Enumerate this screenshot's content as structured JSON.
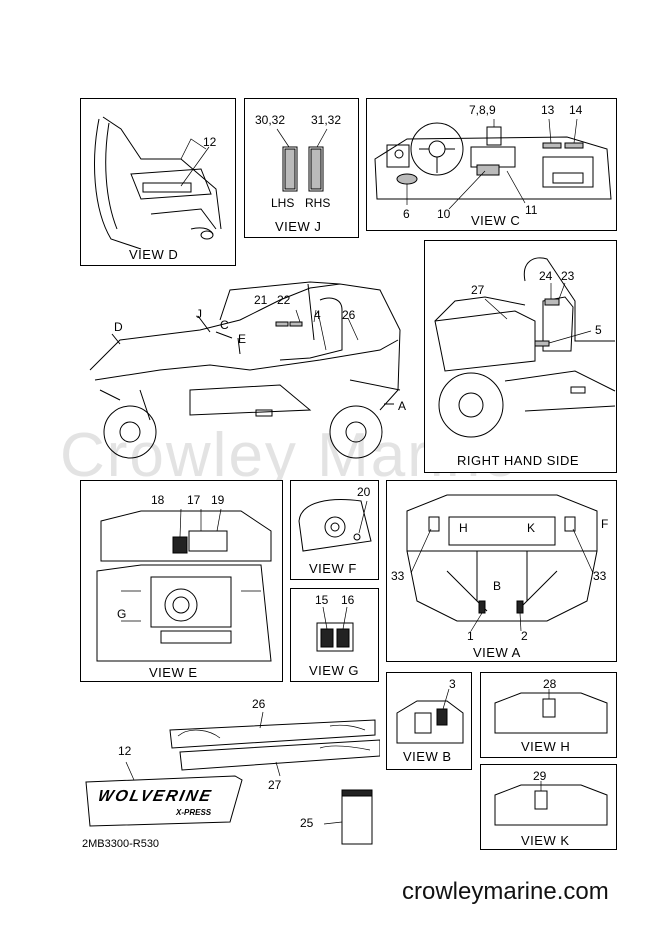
{
  "watermark": "Crowley Marine",
  "footer": {
    "site": "crowleymarine.com",
    "code": "2MB3300-R530"
  },
  "views": {
    "d": {
      "caption": "VIEW D",
      "callouts": [
        "12"
      ]
    },
    "j": {
      "caption": "VIEW J",
      "callouts": [
        "30,32",
        "31,32"
      ],
      "sides": [
        "LHS",
        "RHS"
      ]
    },
    "c": {
      "caption": "VIEW C",
      "callouts": [
        "7,8,9",
        "13",
        "14",
        "6",
        "10",
        "11"
      ]
    },
    "main": {
      "callouts": [
        "21",
        "22",
        "4",
        "26",
        "D",
        "J",
        "C",
        "E",
        "A"
      ]
    },
    "rhs": {
      "caption": "RIGHT HAND SIDE",
      "callouts": [
        "27",
        "24",
        "23",
        "5"
      ]
    },
    "e": {
      "caption": "VIEW E",
      "callouts": [
        "18",
        "17",
        "19",
        "G"
      ]
    },
    "f": {
      "caption": "VIEW F",
      "callouts": [
        "20"
      ]
    },
    "g": {
      "caption": "VIEW G",
      "callouts": [
        "15",
        "16"
      ]
    },
    "a": {
      "caption": "VIEW A",
      "callouts": [
        "H",
        "K",
        "F",
        "33",
        "33",
        "B",
        "1",
        "2"
      ]
    },
    "b": {
      "caption": "VIEW B",
      "callouts": [
        "3"
      ]
    },
    "h": {
      "caption": "VIEW H",
      "callouts": [
        "28"
      ]
    },
    "k": {
      "caption": "VIEW K",
      "callouts": [
        "29"
      ]
    }
  },
  "decals": {
    "callouts": [
      "26",
      "27",
      "12",
      "25"
    ],
    "logo_text": "WOLVERINE",
    "logo_sub": "X-PRESS"
  }
}
